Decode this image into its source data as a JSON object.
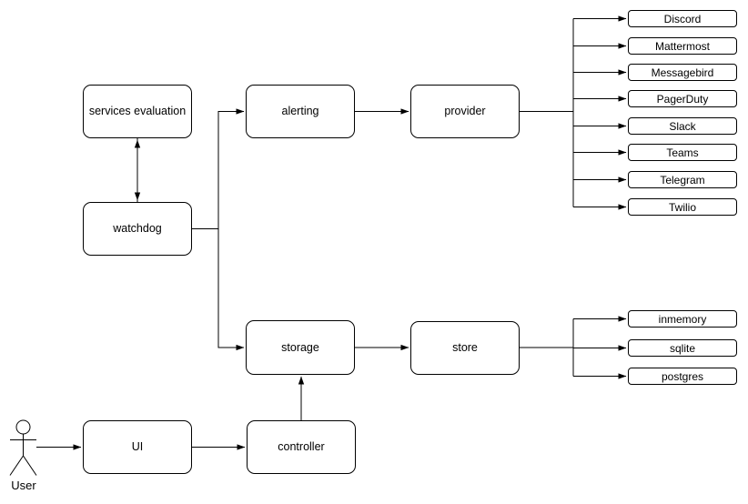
{
  "nodes": {
    "services_evaluation": "services evaluation",
    "watchdog": "watchdog",
    "alerting": "alerting",
    "provider": "provider",
    "storage": "storage",
    "store": "store",
    "ui": "UI",
    "controller": "controller"
  },
  "providers": [
    "Discord",
    "Mattermost",
    "Messagebird",
    "PagerDuty",
    "Slack",
    "Teams",
    "Telegram",
    "Twilio"
  ],
  "stores": [
    "inmemory",
    "sqlite",
    "postgres"
  ],
  "actor": {
    "label": "User"
  },
  "edges": [
    {
      "from": "services evaluation",
      "to": "watchdog",
      "style": "double-arrow"
    },
    {
      "from": "watchdog",
      "to": "alerting",
      "style": "arrow"
    },
    {
      "from": "watchdog",
      "to": "storage",
      "style": "arrow"
    },
    {
      "from": "alerting",
      "to": "provider",
      "style": "arrow"
    },
    {
      "from": "provider",
      "to": "Discord",
      "style": "arrow"
    },
    {
      "from": "provider",
      "to": "Mattermost",
      "style": "arrow"
    },
    {
      "from": "provider",
      "to": "Messagebird",
      "style": "arrow"
    },
    {
      "from": "provider",
      "to": "PagerDuty",
      "style": "arrow"
    },
    {
      "from": "provider",
      "to": "Slack",
      "style": "arrow"
    },
    {
      "from": "provider",
      "to": "Teams",
      "style": "arrow"
    },
    {
      "from": "provider",
      "to": "Telegram",
      "style": "arrow"
    },
    {
      "from": "provider",
      "to": "Twilio",
      "style": "arrow"
    },
    {
      "from": "storage",
      "to": "store",
      "style": "arrow"
    },
    {
      "from": "store",
      "to": "inmemory",
      "style": "arrow"
    },
    {
      "from": "store",
      "to": "sqlite",
      "style": "arrow"
    },
    {
      "from": "store",
      "to": "postgres",
      "style": "arrow"
    },
    {
      "from": "User",
      "to": "UI",
      "style": "arrow"
    },
    {
      "from": "UI",
      "to": "controller",
      "style": "arrow"
    },
    {
      "from": "controller",
      "to": "storage",
      "style": "arrow"
    }
  ],
  "colors": {
    "stroke": "#000000",
    "background": "#ffffff",
    "text": "#000000"
  }
}
